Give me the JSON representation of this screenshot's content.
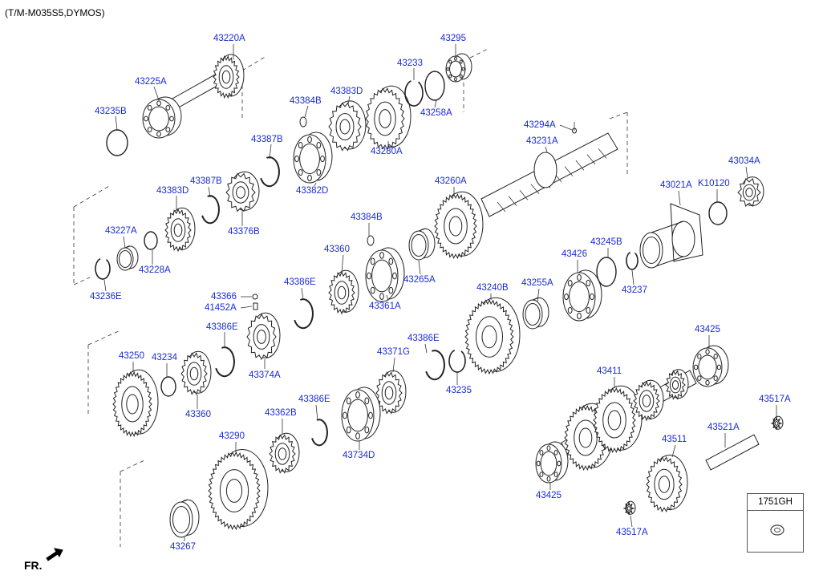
{
  "header": "(T/M-M035S5,DYMOS)",
  "front_marker": "FR.",
  "legend_box": {
    "code": "1751GH"
  },
  "labels": {
    "l43220A": "43220A",
    "l43225A": "43225A",
    "l43235B": "43235B",
    "l43384B_1": "43384B",
    "l43383D_1": "43383D",
    "l43233": "43233",
    "l43295": "43295",
    "l43258A": "43258A",
    "l43280A": "43280A",
    "l43387B_1": "43387B",
    "l43382D": "43382D",
    "l43294A": "43294A",
    "l43231A": "43231A",
    "l43383D_2": "43383D",
    "l43387B_2": "43387B",
    "l43376B": "43376B",
    "l43260A": "43260A",
    "l43021A": "43021A",
    "lK10120": "K10120",
    "l43034A": "43034A",
    "l43227A": "43227A",
    "l43228A": "43228A",
    "l43236E": "43236E",
    "l43384B_2": "43384B",
    "l43360_1": "43360",
    "l43265A": "43265A",
    "l43361A": "43361A",
    "l43245B": "43245B",
    "l43426": "43426",
    "l43237": "43237",
    "l43366": "43366",
    "l41452A": "41452A",
    "l43386E_1": "43386E",
    "l43255A": "43255A",
    "l43240B": "43240B",
    "l43386E_2": "43386E",
    "l43374A": "43374A",
    "l43386E_3": "43386E",
    "l43371G": "43371G",
    "l43425_1": "43425",
    "l43250": "43250",
    "l43234": "43234",
    "l43360_2": "43360",
    "l43235": "43235",
    "l43411": "43411",
    "l43386E_4": "43386E",
    "l43362B": "43362B",
    "l43734D": "43734D",
    "l43517A_1": "43517A",
    "l43521A": "43521A",
    "l43290": "43290",
    "l43511": "43511",
    "l43425_2": "43425",
    "l43267": "43267",
    "l43517A_2": "43517A"
  }
}
